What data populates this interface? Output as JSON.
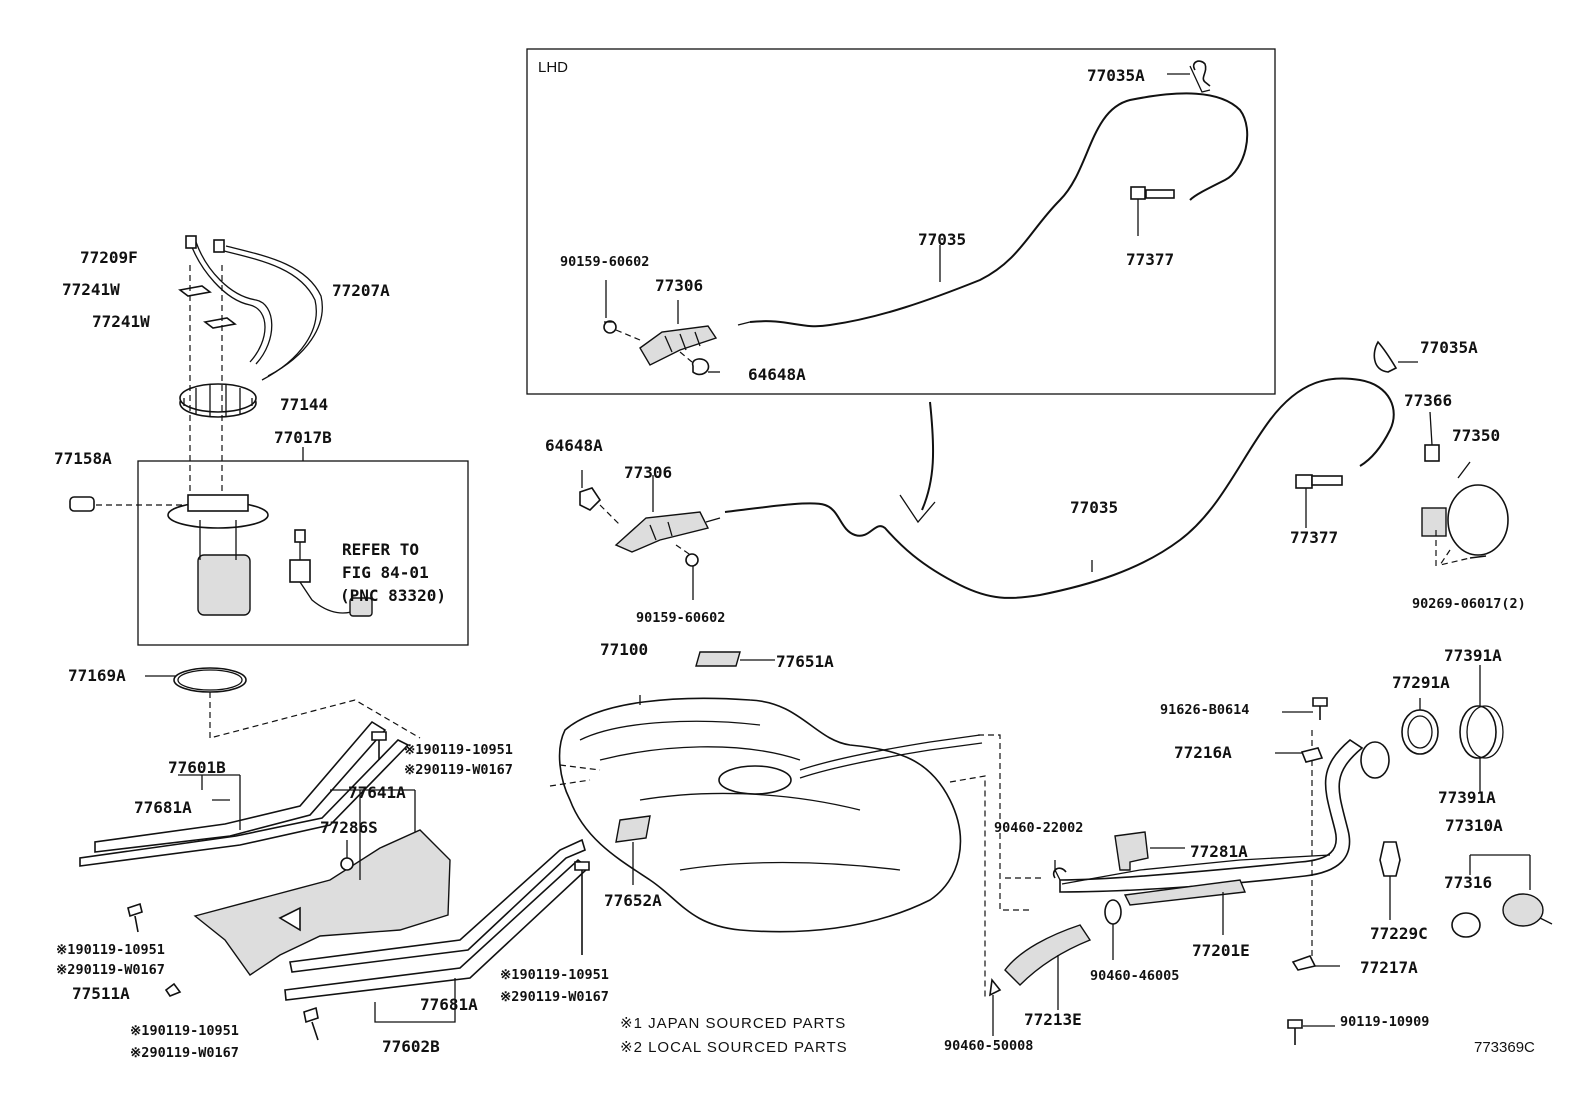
{
  "diagram_id": "773369C",
  "boxes": {
    "lhd_title": "LHD",
    "refer_line1": "REFER TO",
    "refer_line2": "FIG 84-01",
    "refer_line3": "(PNC 83320)"
  },
  "notes": {
    "note1": "※1 JAPAN SOURCED PARTS",
    "note2": "※2 LOCAL SOURCED PARTS"
  },
  "labels": {
    "l_77035A_top": "77035A",
    "l_77035_lhd": "77035",
    "l_77377_lhd": "77377",
    "l_90159_lhd": "90159-60602",
    "l_77306_lhd": "77306",
    "l_64648A_lhd": "64648A",
    "l_77209F": "77209F",
    "l_77241W_1": "77241W",
    "l_77241W_2": "77241W",
    "l_77207A": "77207A",
    "l_77144": "77144",
    "l_77017B": "77017B",
    "l_77158A": "77158A",
    "l_77035A_right": "77035A",
    "l_77366": "77366",
    "l_77350": "77350",
    "l_64648A": "64648A",
    "l_77306": "77306",
    "l_77035": "77035",
    "l_77377": "77377",
    "l_90159": "90159-60602",
    "l_90269": "90269-06017(2)",
    "l_77169A": "77169A",
    "l_77100": "77100",
    "l_77651A": "77651A",
    "l_77391A_top": "77391A",
    "l_77291A": "77291A",
    "l_91626": "91626-B0614",
    "l_77216A": "77216A",
    "l_77391A_bot": "77391A",
    "l_77601B": "77601B",
    "l_77681A_left": "77681A",
    "l_n1_a": "※190119-10951",
    "l_n2_a": "※290119-W0167",
    "l_77641A": "77641A",
    "l_77286S": "77286S",
    "l_90460_22002": "90460-22002",
    "l_77281A": "77281A",
    "l_77310A": "77310A",
    "l_77316": "77316",
    "l_77652A": "77652A",
    "l_77229C": "77229C",
    "l_77201E": "77201E",
    "l_n1_b": "※190119-10951",
    "l_n2_b": "※290119-W0167",
    "l_n1_c": "※190119-10951",
    "l_n2_c": "※290119-W0167",
    "l_77511A": "77511A",
    "l_77681A_right": "77681A",
    "l_90460_46005": "90460-46005",
    "l_77217A": "77217A",
    "l_77213E": "77213E",
    "l_77602B": "77602B",
    "l_n1_d": "※190119-10951",
    "l_n2_d": "※290119-W0167",
    "l_90460_50008": "90460-50008",
    "l_90119_10909": "90119-10909"
  }
}
